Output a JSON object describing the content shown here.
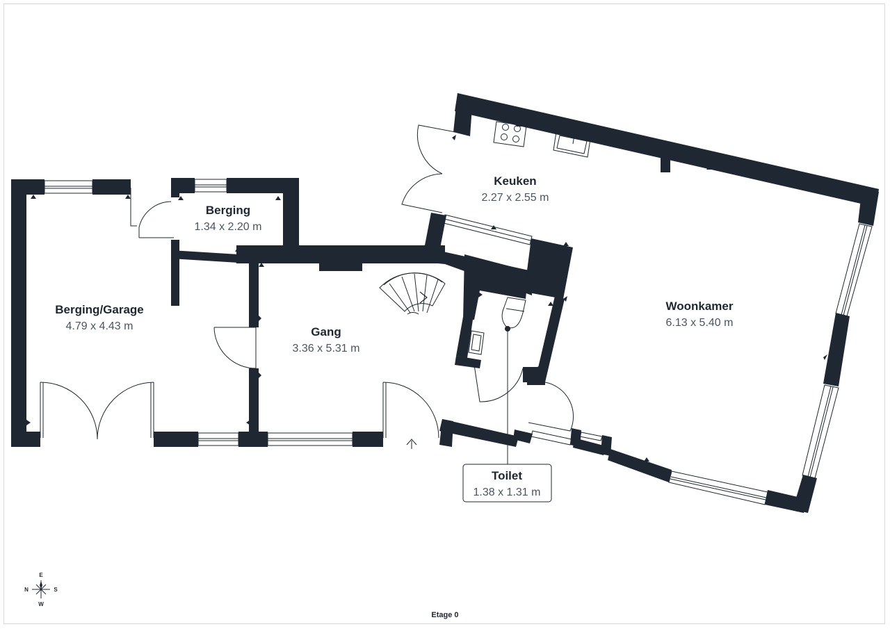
{
  "colors": {
    "wall": "#1e2732",
    "line": "#1e2732",
    "text_dim": "#4a5563",
    "background": "#ffffff"
  },
  "rooms": {
    "berging_garage": {
      "name": "Berging/Garage",
      "dims": "4.79 x 4.43 m"
    },
    "berging": {
      "name": "Berging",
      "dims": "1.34 x 2.20 m"
    },
    "gang": {
      "name": "Gang",
      "dims": "3.36 x 5.31 m"
    },
    "keuken": {
      "name": "Keuken",
      "dims": "2.27 x 2.55 m"
    },
    "woonkamer": {
      "name": "Woonkamer",
      "dims": "6.13 x 5.40 m"
    },
    "toilet": {
      "name": "Toilet",
      "dims": "1.38 x 1.31 m"
    }
  },
  "compass": {
    "top": "E",
    "left": "N",
    "right": "S",
    "bottom": "W",
    "icon": "compass-rose-icon"
  },
  "floor_label": "Etage 0"
}
